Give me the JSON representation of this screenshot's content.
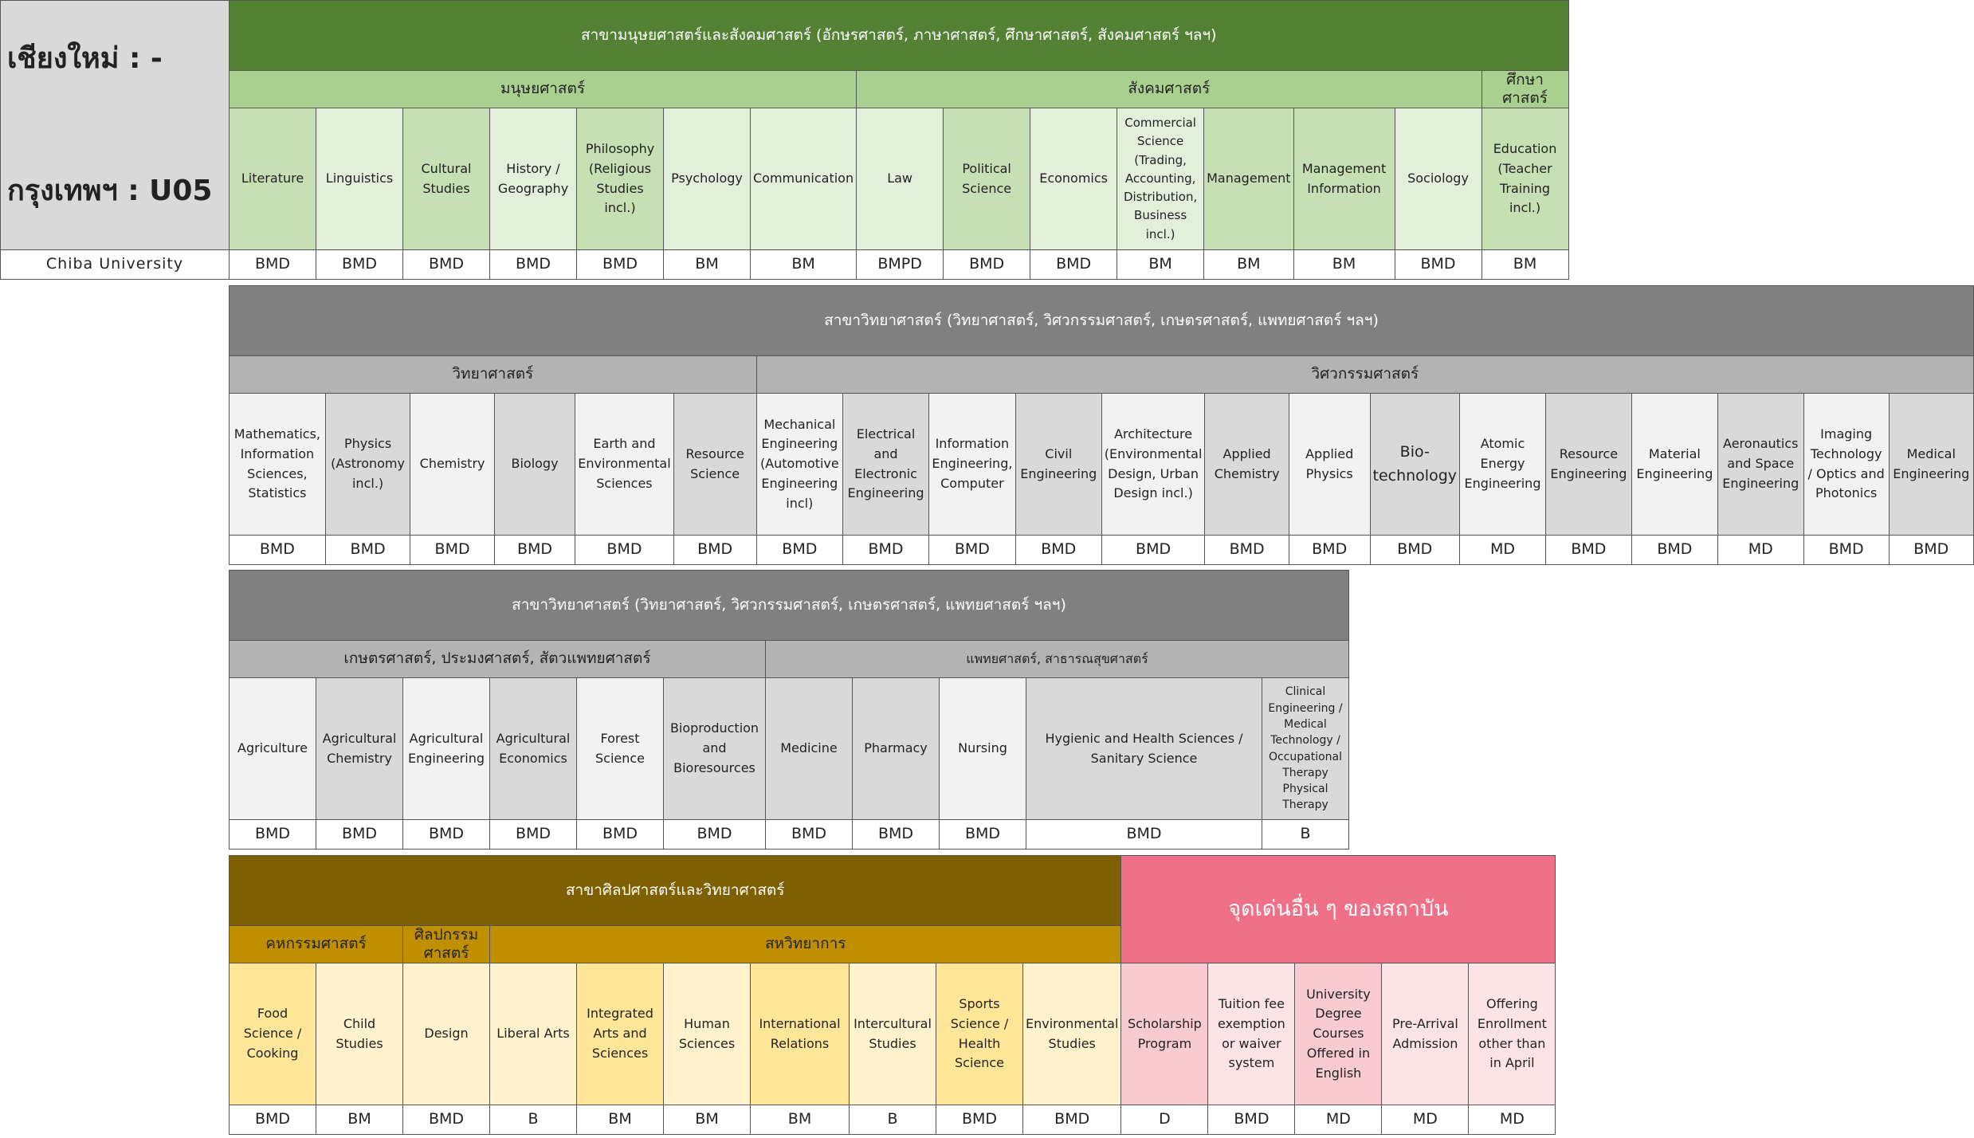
{
  "left": {
    "chiangmai": "เชียงใหม่ : -",
    "bangkok": "กรุงเทพฯ : U05",
    "university": "Chiba University"
  },
  "sec1": {
    "title": "สาขามนุษยศาสตร์และสังคมศาสตร์ (อักษรศาสตร์, ภาษาศาสตร์, ศึกษาศาสตร์, สังคมศาสตร์ ฯลฯ)",
    "groups": [
      "มนุษยศาสตร์",
      "สังคมศาสตร์",
      "ศึกษาศาสตร์"
    ],
    "fields": [
      "Literature",
      "Linguistics",
      "Cultural Studies",
      "History / Geography",
      "Philosophy (Religious Studies incl.)",
      "Psychology",
      "Communication",
      "Law",
      "Political Science",
      "Economics",
      "Commercial Science (Trading, Accounting, Distribution, Business incl.)",
      "Management",
      "Management Information",
      "Sociology",
      "Education (Teacher Training incl.)"
    ],
    "codes": [
      "BMD",
      "BMD",
      "BMD",
      "BMD",
      "BMD",
      "BM",
      "BM",
      "BMPD",
      "BMD",
      "BMD",
      "BM",
      "BM",
      "BM",
      "BMD",
      "BM"
    ]
  },
  "sec2": {
    "title": "สาขาวิทยาศาสตร์ (วิทยาศาสตร์, วิศวกรรมศาสตร์, เกษตรศาสตร์, แพทยศาสตร์ ฯลฯ)",
    "groups": [
      "วิทยาศาสตร์",
      "วิศวกรรมศาสตร์"
    ],
    "fields": [
      "Mathematics, Information Sciences, Statistics",
      "Physics (Astronomy incl.)",
      "Chemistry",
      "Biology",
      "Earth and Environmental Sciences",
      "Resource Science",
      "Mechanical Engineering (Automotive Engineering incl)",
      "Electrical and Electronic Engineering",
      "Information Engineering, Computer",
      "Civil Engineering",
      "Architecture (Environmental Design, Urban Design incl.)",
      "Applied Chemistry",
      "Applied Physics",
      "Bio-technology",
      "Atomic Energy Engineering",
      "Resource Engineering",
      "Material Engineering",
      "Aeronautics and Space Engineering",
      "Imaging Technology / Optics and Photonics",
      "Medical Engineering"
    ],
    "codes": [
      "BMD",
      "BMD",
      "BMD",
      "BMD",
      "BMD",
      "BMD",
      "BMD",
      "BMD",
      "BMD",
      "BMD",
      "BMD",
      "BMD",
      "BMD",
      "BMD",
      "MD",
      "BMD",
      "BMD",
      "MD",
      "BMD",
      "BMD"
    ]
  },
  "sec3": {
    "title": "สาขาวิทยาศาสตร์ (วิทยาศาสตร์, วิศวกรรมศาสตร์, เกษตรศาสตร์, แพทยศาสตร์ ฯลฯ)",
    "groups": [
      "เกษตรศาสตร์, ประมงศาสตร์, สัตวแพทยศาสตร์",
      "แพทยศาสตร์, สาธารณสุขศาสตร์"
    ],
    "fields": [
      "Agriculture",
      "Agricultural Chemistry",
      "Agricultural Engineering",
      "Agricultural Economics",
      "Forest Science",
      "Bioproduction and Bioresources",
      "Medicine",
      "Pharmacy",
      "Nursing",
      "Hygienic and Health Sciences / Sanitary Science",
      "Clinical Engineering / Medical Technology / Occupational Therapy Physical Therapy"
    ],
    "codes": [
      "BMD",
      "BMD",
      "BMD",
      "BMD",
      "BMD",
      "BMD",
      "BMD",
      "BMD",
      "BMD",
      "BMD",
      "B"
    ]
  },
  "sec4": {
    "title": "สาขาศิลปศาสตร์และวิทยาศาสตร์",
    "groups": [
      "คหกรรมศาสตร์",
      "ศิลปกรรมศาสตร์",
      "สหวิทยาการ"
    ],
    "fields": [
      "Food Science / Cooking",
      "Child Studies",
      "Design",
      "Liberal Arts",
      "Integrated Arts and Sciences",
      "Human Sciences",
      "International Relations",
      "Intercultural Studies",
      "Sports Science / Health Science",
      "Environmental Studies"
    ],
    "codes": [
      "BMD",
      "BM",
      "BMD",
      "B",
      "BM",
      "BM",
      "BM",
      "B",
      "BMD",
      "BMD"
    ]
  },
  "sec5": {
    "title": "จุดเด่นอื่น ๆ ของสถาบัน",
    "fields": [
      "Scholarship Program",
      "Tuition fee exemption or waiver system",
      "University Degree Courses Offered in English",
      "Pre-Arrival Admission",
      "Offering Enrollment other than in April"
    ],
    "codes": [
      "D",
      "BMD",
      "MD",
      "MD",
      "MD"
    ]
  }
}
